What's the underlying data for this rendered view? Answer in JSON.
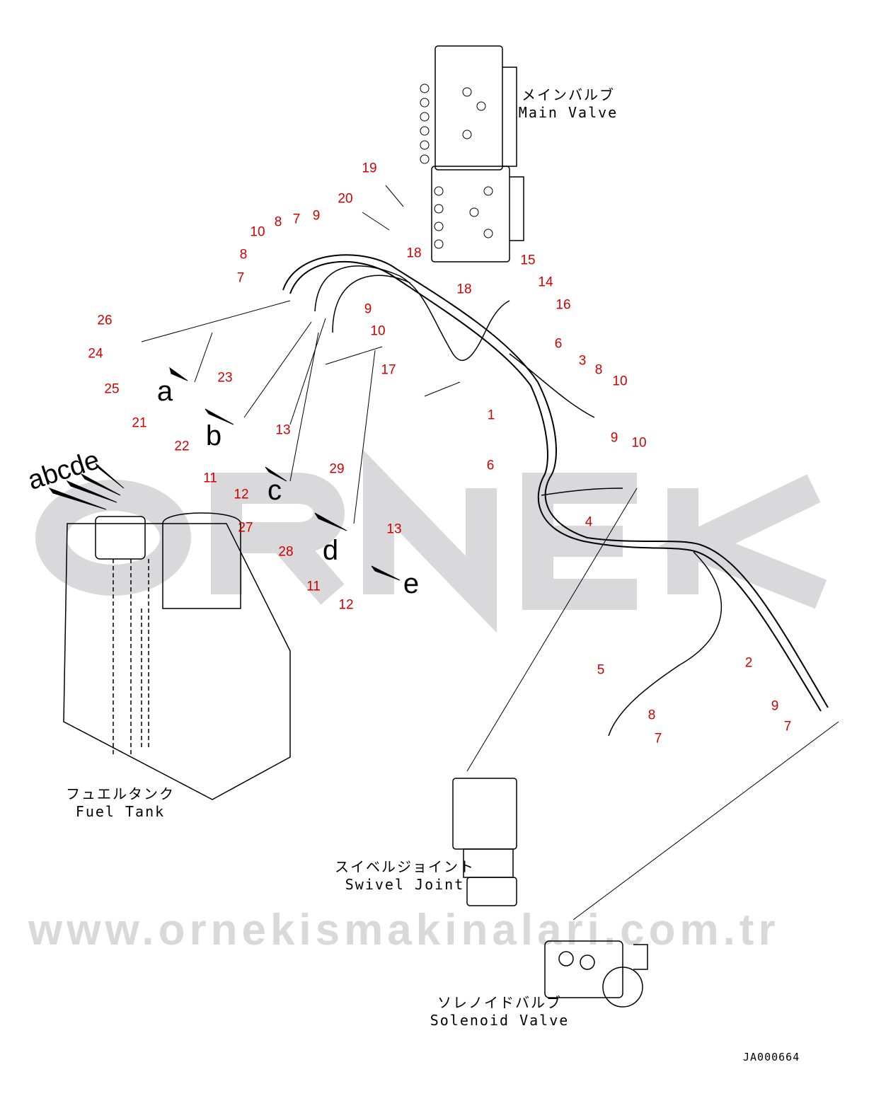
{
  "watermark": {
    "brand": "ORNEK",
    "url": "www.ornekismakinalari.com.tr"
  },
  "callouts": [
    "19",
    "20",
    "18",
    "10",
    "8",
    "7",
    "9",
    "8",
    "7",
    "15",
    "14",
    "16",
    "18",
    "26",
    "9",
    "10",
    "6",
    "24",
    "23",
    "3",
    "8",
    "10",
    "17",
    "25",
    "21",
    "22",
    "1",
    "13",
    "9",
    "10",
    "29",
    "6",
    "11",
    "12",
    "27",
    "4",
    "13",
    "28",
    "11",
    "12",
    "5",
    "2",
    "9",
    "8",
    "7",
    "7"
  ],
  "connection_letters": {
    "a": "a",
    "b": "b",
    "c": "c",
    "d": "d",
    "e": "e",
    "group": "abcde"
  },
  "components": {
    "main_valve": {
      "ja": "メインバルブ",
      "en": "Main Valve"
    },
    "fuel_tank": {
      "ja": "フュエルタンク",
      "en": "Fuel Tank"
    },
    "swivel_joint": {
      "ja": "スイベルジョイント",
      "en": "Swivel Joint"
    },
    "solenoid_valve": {
      "ja": "ソレノイドバルブ",
      "en": "Solenoid Valve"
    }
  },
  "drawing_code": "JA000664"
}
